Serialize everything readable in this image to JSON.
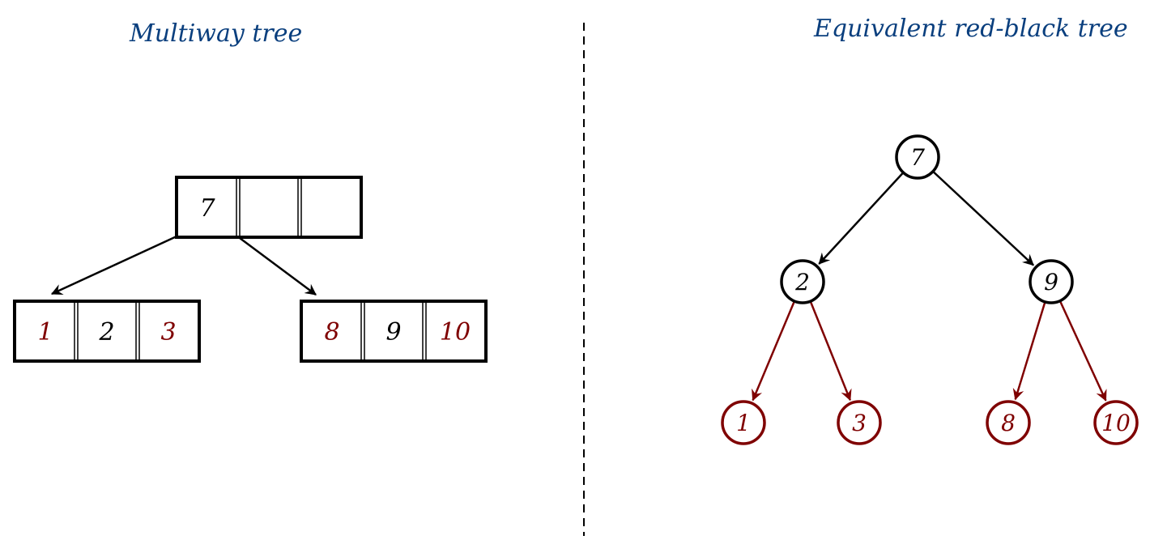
{
  "left": {
    "title": "Multiway tree",
    "root": [
      {
        "label": "7",
        "color": "black"
      },
      {
        "label": "",
        "color": "black"
      },
      {
        "label": "",
        "color": "black"
      }
    ],
    "children": [
      [
        {
          "label": "1",
          "color": "red"
        },
        {
          "label": "2",
          "color": "black"
        },
        {
          "label": "3",
          "color": "red"
        }
      ],
      [
        {
          "label": "8",
          "color": "red"
        },
        {
          "label": "9",
          "color": "black"
        },
        {
          "label": "10",
          "color": "red"
        }
      ]
    ]
  },
  "right": {
    "title": "Equivalent red-black tree",
    "nodes": [
      {
        "id": "n7",
        "label": "7",
        "color": "black"
      },
      {
        "id": "n2",
        "label": "2",
        "color": "black"
      },
      {
        "id": "n9",
        "label": "9",
        "color": "black"
      },
      {
        "id": "n1",
        "label": "1",
        "color": "red"
      },
      {
        "id": "n3",
        "label": "3",
        "color": "red"
      },
      {
        "id": "n8",
        "label": "8",
        "color": "red"
      },
      {
        "id": "n10",
        "label": "10",
        "color": "red"
      }
    ],
    "edges": [
      [
        "n7",
        "n2"
      ],
      [
        "n7",
        "n9"
      ],
      [
        "n2",
        "n1"
      ],
      [
        "n2",
        "n3"
      ],
      [
        "n9",
        "n8"
      ],
      [
        "n9",
        "n10"
      ]
    ]
  },
  "colors": {
    "black": "#000000",
    "red": "#7f0000",
    "title": "#0a3f7e"
  }
}
